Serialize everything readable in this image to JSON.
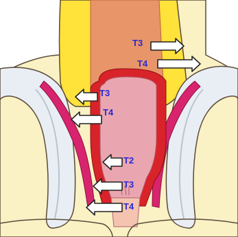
{
  "diagram": {
    "labels": [
      {
        "id": "t3-upper",
        "text": "T3"
      },
      {
        "id": "t4-upper",
        "text": "T4"
      },
      {
        "id": "t3-mid",
        "text": "T3"
      },
      {
        "id": "t4-mid",
        "text": "T4"
      },
      {
        "id": "t2-low",
        "text": "T2"
      },
      {
        "id": "t3-low",
        "text": "T3"
      },
      {
        "id": "t4-low",
        "text": "T4"
      }
    ],
    "colors": {
      "label": "#2a2ad0",
      "fat": "#ffe23a",
      "rectum_outer": "#e8956a",
      "wall": "#d8232a",
      "lumen": "#eaa6b0",
      "levator": "#d8246e",
      "pelvic_bone": "#e9eef4",
      "background_tissue": "#faf1c4",
      "outline": "#5a4a3a"
    }
  }
}
